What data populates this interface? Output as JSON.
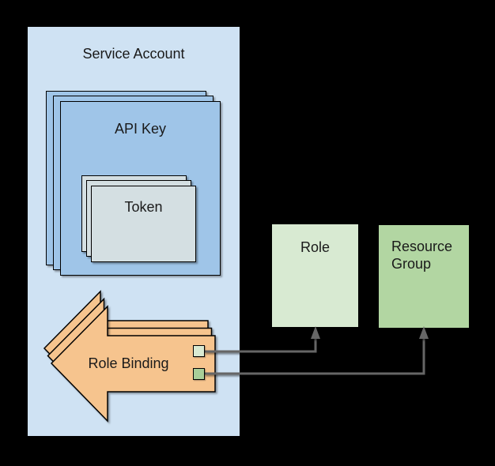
{
  "service_account": {
    "label": "Service Account",
    "fill": "#cfe2f3"
  },
  "api_key": {
    "label": "API Key",
    "fill": "#9fc5e8",
    "stack_count": 3
  },
  "token": {
    "label": "Token",
    "fill": "#d4dfe2",
    "stack_count": 3
  },
  "role_binding": {
    "label": "Role Binding",
    "fill": "#f6c48e",
    "stack_count": 3,
    "ports": [
      {
        "name": "role-port",
        "fill": "#d9ead3",
        "connects_to": "Role"
      },
      {
        "name": "resource-group-port",
        "fill": "#a8ce99",
        "connects_to": "Resource Group"
      }
    ]
  },
  "role": {
    "label": "Role",
    "fill": "#d8ead2"
  },
  "resource_group": {
    "label": "Resource Group",
    "fill": "#b2d6a2"
  },
  "connectors": [
    {
      "from": "Role Binding",
      "to": "Role",
      "color": "#666666",
      "style": "elbow-arrow"
    },
    {
      "from": "Role Binding",
      "to": "Resource Group",
      "color": "#666666",
      "style": "elbow-arrow"
    }
  ],
  "colors": {
    "background": "#000000",
    "container": "#cfe2f3",
    "sheet-blue": "#9fc5e8",
    "sheet-token": "#d4dfe2",
    "arrow-orange": "#f6c48e",
    "role-green": "#d8ead2",
    "rg-green": "#b2d6a2",
    "port-light": "#d9ead3",
    "port-green": "#a8ce99",
    "connector": "#666666",
    "outline": "#000000",
    "text": "#1a1a1a"
  }
}
